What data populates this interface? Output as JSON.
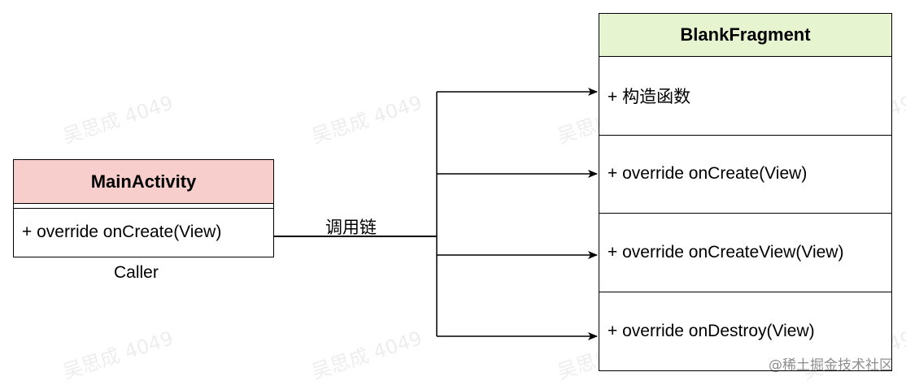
{
  "watermark_text": "吴思成 4049",
  "main_class": {
    "name": "MainActivity",
    "members": [
      "+ override onCreate(View)"
    ],
    "caption": "Caller"
  },
  "fragment_class": {
    "name": "BlankFragment",
    "members": [
      "+ 构造函数",
      "+ override onCreate(View)",
      "+ override onCreateView(View)",
      "+ override onDestroy(View)"
    ]
  },
  "edge_label": "调用链",
  "credit": "@稀土掘金技术社区",
  "colors": {
    "main_header": "#f8cecc",
    "fragment_header": "#e6f5d0",
    "line": "#000000"
  }
}
